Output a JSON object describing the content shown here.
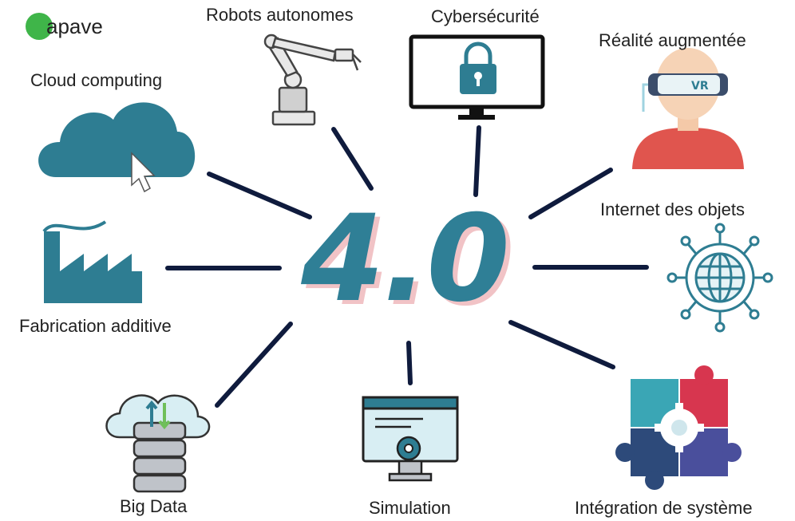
{
  "logo": {
    "text": "apave"
  },
  "center": {
    "title": "4.0"
  },
  "labels": {
    "cloud": "Cloud computing",
    "robots": "Robots autonomes",
    "cyber": "Cybersécurité",
    "ar": "Réalité augmentée",
    "iot": "Internet des objets",
    "fabrication": "Fabrication additive",
    "integration": "Intégration de système",
    "bigdata": "Big Data",
    "simulation": "Simulation"
  },
  "icons": {
    "cloud": "cloud-cursor-icon",
    "robots": "robot-arm-icon",
    "cyber": "monitor-lock-icon",
    "ar": "vr-headset-person-icon",
    "iot": "globe-network-icon",
    "fabrication": "factory-icon",
    "integration": "puzzle-gear-icon",
    "bigdata": "database-cloud-icon",
    "simulation": "screen-gear-icon"
  },
  "icons_text": {
    "vr": "VR"
  },
  "colors": {
    "teal": "#2f7f96",
    "connector": "#0f1b3d",
    "center_shadow": "#f1c3c6",
    "logo_green": "#3fb549"
  }
}
